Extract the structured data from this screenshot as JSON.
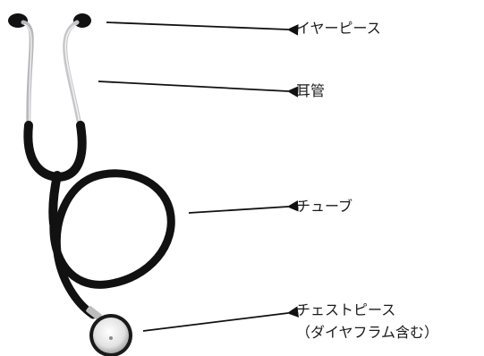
{
  "labels": {
    "earpiece": "イヤーピース",
    "ear_tube": "耳管",
    "tube": "チューブ",
    "chest_piece": "チェストピース",
    "chest_piece_note": "（ダイヤフラム含む）"
  },
  "colors": {
    "tubing": "#111111",
    "binaural_metal": "#c9c9cc",
    "chest_piece_metal": "#d4d4d4",
    "arrow": "#111111",
    "text": "#1a1a1a"
  }
}
